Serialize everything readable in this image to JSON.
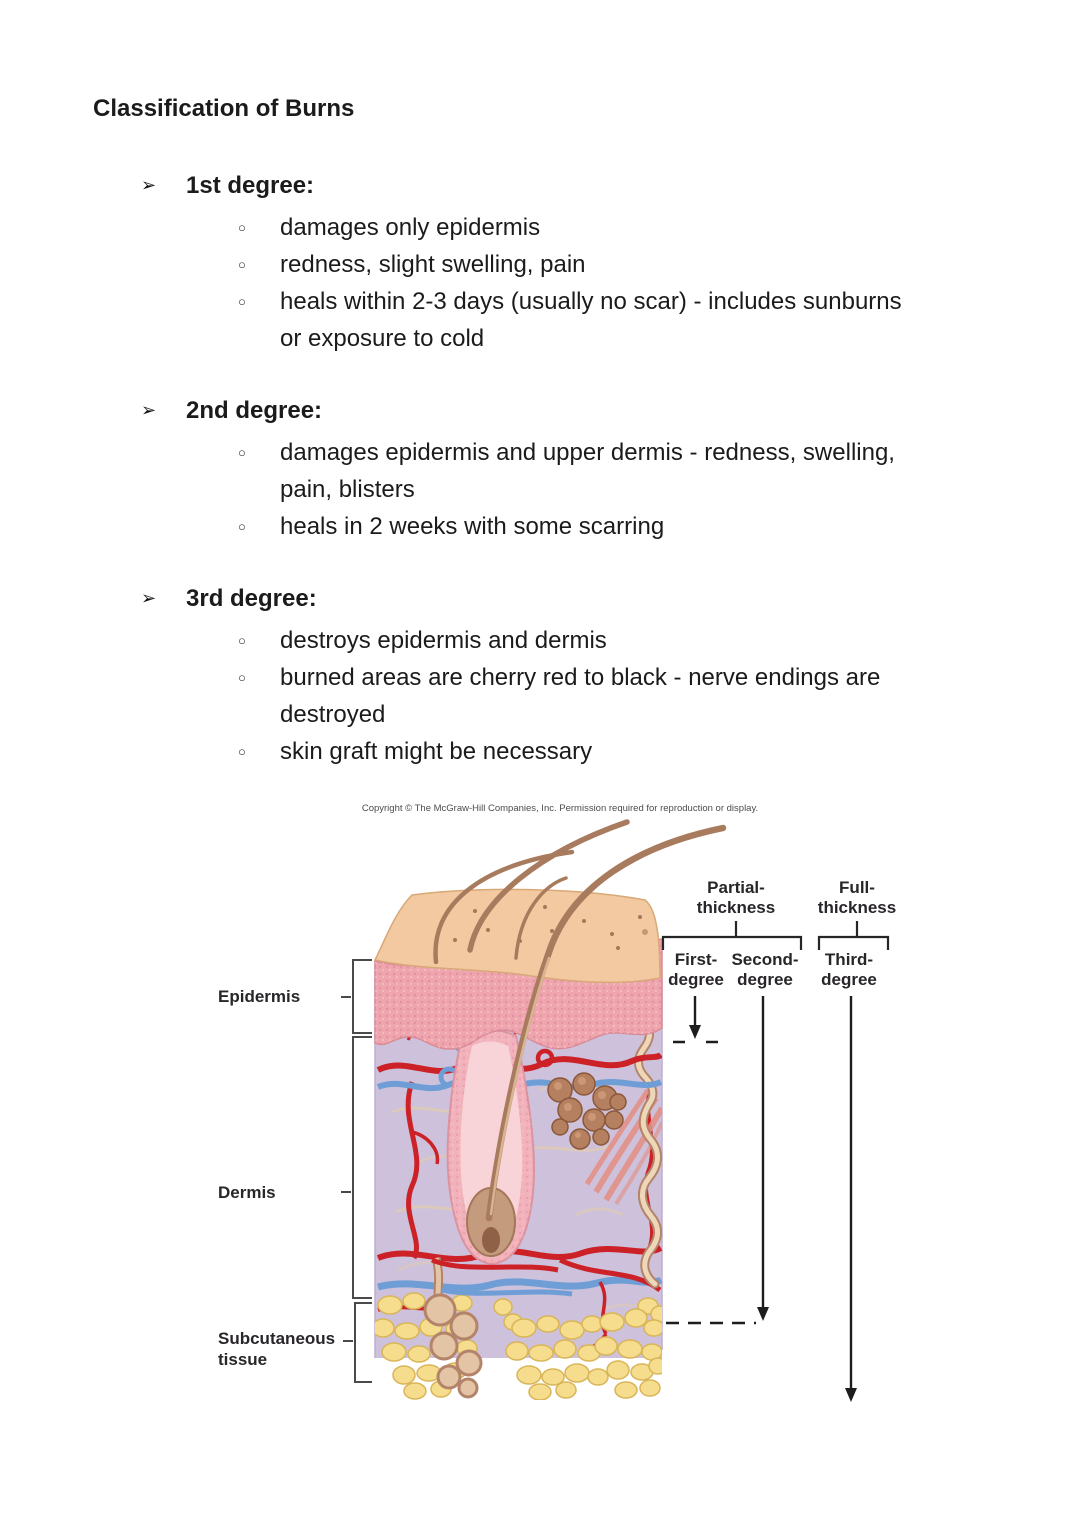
{
  "title": "Classification of Burns",
  "bullets": {
    "level1": "➢",
    "level2": "○"
  },
  "sections": [
    {
      "heading": "1st degree:",
      "items": [
        {
          "lines": [
            "damages only epidermis"
          ]
        },
        {
          "lines": [
            "redness, slight swelling, pain"
          ]
        },
        {
          "lines": [
            "heals within 2-3 days (usually no scar) - includes sunburns",
            "or exposure to cold"
          ]
        }
      ]
    },
    {
      "heading": "2nd degree:",
      "items": [
        {
          "lines": [
            "damages epidermis and upper dermis - redness, swelling,",
            "pain, blisters"
          ]
        },
        {
          "lines": [
            "heals in 2 weeks with some scarring"
          ]
        }
      ]
    },
    {
      "heading": "3rd degree:",
      "items": [
        {
          "lines": [
            "destroys epidermis and dermis"
          ]
        },
        {
          "lines": [
            "burned areas are cherry red to black - nerve endings are",
            "destroyed"
          ]
        },
        {
          "lines": [
            "skin graft might be necessary"
          ]
        }
      ]
    }
  ],
  "diagram": {
    "copyright": "Copyright © The McGraw-Hill Companies, Inc. Permission required for reproduction or display.",
    "layers": [
      {
        "lines": [
          "Epidermis"
        ]
      },
      {
        "lines": [
          "Dermis"
        ]
      },
      {
        "lines": [
          "Subcutaneous",
          "tissue"
        ]
      }
    ],
    "thickness_groups": [
      {
        "lines": [
          "Partial-",
          "thickness"
        ]
      },
      {
        "lines": [
          "Full-",
          "thickness"
        ]
      }
    ],
    "degrees": [
      {
        "lines": [
          "First-",
          "degree"
        ]
      },
      {
        "lines": [
          "Second-",
          "degree"
        ]
      },
      {
        "lines": [
          "Third-",
          "degree"
        ]
      }
    ],
    "colors": {
      "surface_peach": "#f2c9a0",
      "epidermis_pink": "#efa5ae",
      "dermis_lavender": "#cec1db",
      "fat_yellow": "#f5dd8d",
      "artery_red": "#cb2127",
      "vein_blue": "#6f9ed7",
      "hair_brown": "#a87a5e",
      "label_ink": "#29262a"
    }
  }
}
